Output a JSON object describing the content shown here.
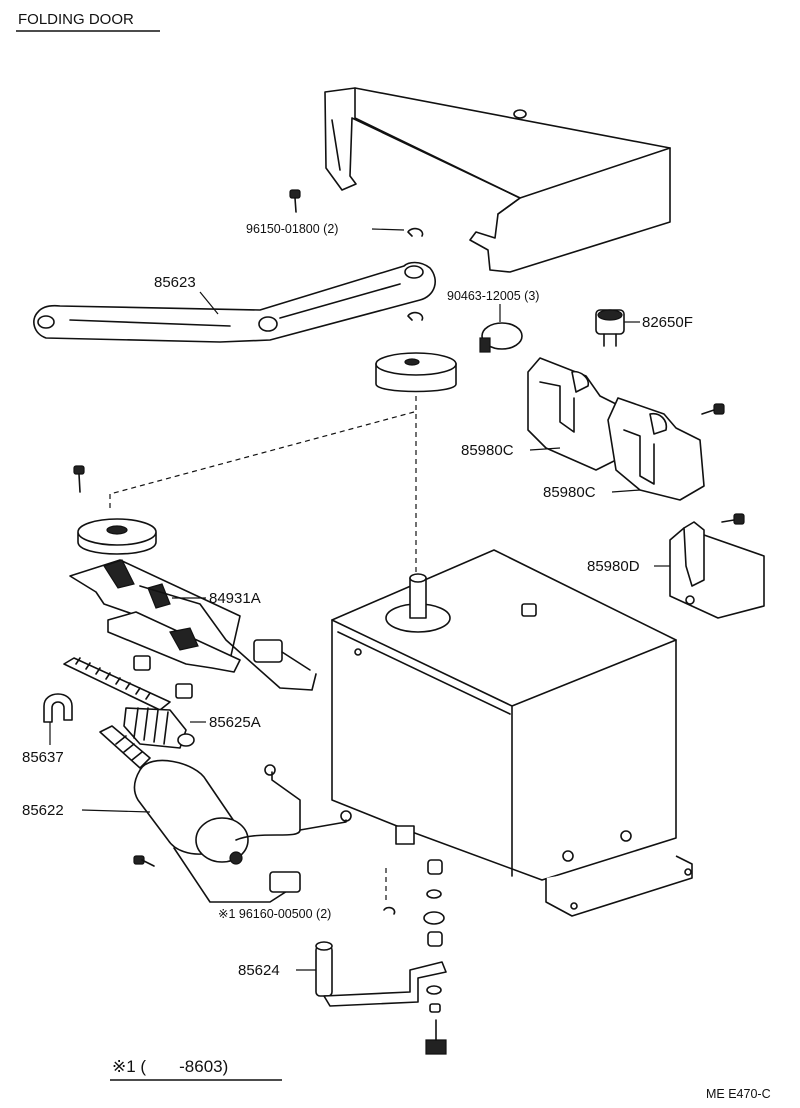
{
  "header": {
    "title": "FOLDING DOOR"
  },
  "labels": {
    "p96150": "96150-01800 (2)",
    "p85623": "85623",
    "p90463": "90463-12005 (3)",
    "p82650F": "82650F",
    "p85980C_a": "85980C",
    "p85980C_b": "85980C",
    "p85980D": "85980D",
    "p84931A": "84931A",
    "p85625A": "85625A",
    "p85637": "85637",
    "p85622": "85622",
    "p96160": "※1 96160-00500 (2)",
    "p85624": "85624"
  },
  "footnote": {
    "text": "※1 (       -8603)"
  },
  "footer": {
    "code": "ME E470-C"
  }
}
